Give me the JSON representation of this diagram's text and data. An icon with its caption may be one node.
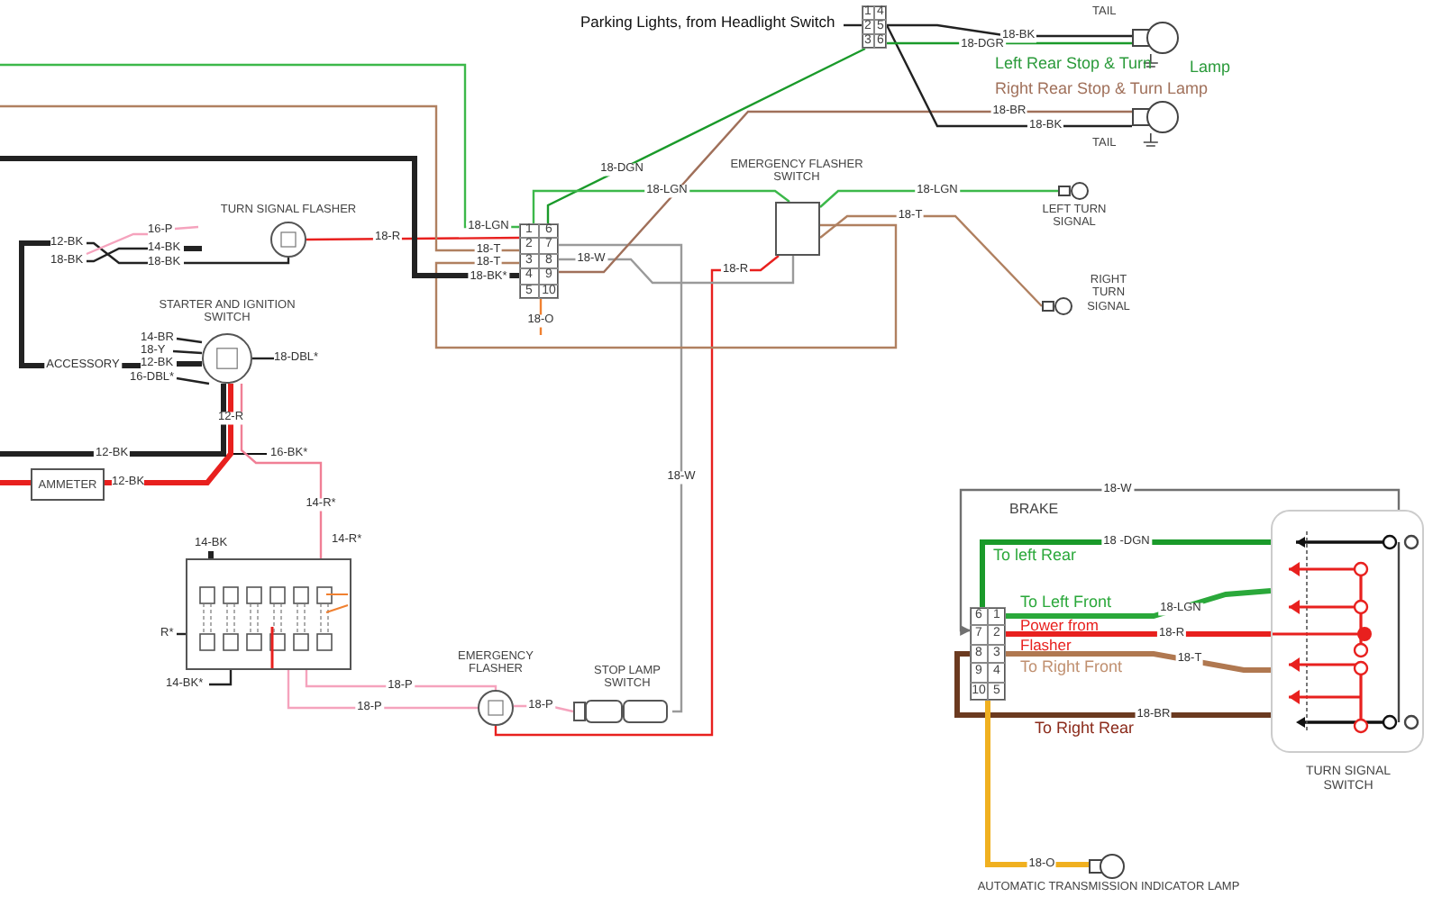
{
  "diagram": {
    "nodes": [
      {
        "text": [
          "TURN SIGNAL FLASHER"
        ]
      },
      {
        "text": [
          "STARTER AND IGNITION SWITCH"
        ]
      },
      {
        "text": [
          "AMMETER"
        ]
      },
      {
        "text": [],
        "shape": "box"
      },
      {
        "text": [
          "EMERGENCY FLASHER"
        ]
      },
      {
        "text": [
          "STOP LAMP SWITCH"
        ]
      },
      {
        "text": [
          "1",
          "6",
          "2",
          "7",
          "3",
          "8",
          "4",
          "9",
          "5",
          "10"
        ]
      },
      {
        "text": [
          "EMERGENCY FLASHER SWITCH"
        ]
      },
      {
        "text": [
          "1",
          "4",
          "2",
          "5",
          "3",
          "6"
        ]
      },
      {
        "text": [],
        "shape": "bulb",
        "beside": [
          "TAIL"
        ]
      },
      {
        "text": [],
        "shape": "bulb",
        "beside": [
          "TAIL"
        ]
      },
      {
        "text": [
          "LEFT TURN SIGNAL"
        ]
      },
      {
        "text": [
          "RIGHT TURN SIGNAL"
        ]
      },
      {
        "text": [
          "TURN SIGNAL SWITCH"
        ]
      },
      {
        "text": [
          "6",
          "1",
          "7",
          "2",
          "8",
          "3",
          "9",
          "4",
          "10",
          "5"
        ]
      },
      {
        "text": [
          "AUTOMATIC TRANSMISSION INDICATOR LAMP"
        ]
      },
      {
        "text": [
          "Parking Lights, from Headlight Switch"
        ]
      },
      {
        "text": [
          "12-BK"
        ]
      },
      {
        "text": [
          "18-BK"
        ]
      },
      {
        "text": [
          "16-P"
        ]
      },
      {
        "text": [
          "14-BK"
        ]
      },
      {
        "text": [
          "18-BK"
        ]
      },
      {
        "text": [
          "14-BR"
        ]
      },
      {
        "text": [
          "18-Y"
        ]
      },
      {
        "text": [
          "12-BK"
        ]
      },
      {
        "text": [
          "16-DBL*"
        ]
      },
      {
        "text": [
          "18-DBL*"
        ]
      },
      {
        "text": [
          "14-BK"
        ]
      },
      {
        "text": [
          "R*"
        ]
      },
      {
        "text": [
          "14-BK*"
        ]
      }
    ],
    "edges": [
      {
        "from": 0,
        "to": 6,
        "arrow": "none",
        "label": "18-R",
        "color": "#e8201e"
      },
      {
        "from": 1,
        "to": 2,
        "arrow": "none",
        "label": "12-R",
        "color": "#e8201e",
        "style": "thick"
      },
      {
        "from": 1,
        "to": 3,
        "arrow": "none",
        "label": "14-R*",
        "color": "#f07f95"
      },
      {
        "from": 3,
        "to": 4,
        "arrow": "none",
        "label": "18-P",
        "color": "#f5a3bd"
      },
      {
        "from": 3,
        "to": 4,
        "arrow": "none",
        "label": "18-P",
        "color": "#f5a3bd"
      },
      {
        "from": 4,
        "to": 5,
        "arrow": "none",
        "label": "18-P",
        "color": "#f5a3bd"
      },
      {
        "from": 4,
        "to": 7,
        "arrow": "none",
        "label": "18-R",
        "color": "#e8201e"
      },
      {
        "from": 5,
        "to": 6,
        "arrow": "none",
        "label": "18-W",
        "color": "#9a9a9a"
      },
      {
        "from": 6,
        "to": 7,
        "arrow": "none",
        "label": "18-W",
        "color": "#9a9a9a"
      },
      {
        "from": 6,
        "to": 8,
        "arrow": "none",
        "label": "18-DGN",
        "color": "#1a9a2a"
      },
      {
        "from": 6,
        "to": 10,
        "arrow": "none",
        "label": "18-BR",
        "color": "#a0705a"
      },
      {
        "from": 8,
        "to": 9,
        "arrow": "none",
        "label": "18-BK",
        "color": "#222222"
      },
      {
        "from": 8,
        "to": 10,
        "arrow": "none",
        "label": "18-BK",
        "color": "#222222"
      },
      {
        "from": 8,
        "to": 9,
        "arrow": "none",
        "label": "18-DGR",
        "color": "#1a9a2a"
      },
      {
        "from": 6,
        "to": 7,
        "arrow": "none",
        "label": "18-LGN",
        "color": "#3cb84a"
      },
      {
        "from": 7,
        "to": 11,
        "arrow": "none",
        "label": "18-LGN",
        "color": "#3cb84a"
      },
      {
        "from": null,
        "to": 6,
        "arrow": "none",
        "label": "18-LGN",
        "color": "#3cb84a"
      },
      {
        "from": null,
        "to": 6,
        "arrow": "none",
        "label": "18-T",
        "color": "#b08060"
      },
      {
        "from": 6,
        "to": 7,
        "arrow": "none",
        "label": "18-T",
        "color": "#b08060"
      },
      {
        "from": null,
        "to": 6,
        "arrow": "none",
        "label": "18-BK*",
        "color": "#222222",
        "style": "thick"
      },
      {
        "from": 7,
        "to": 12,
        "arrow": "none",
        "label": "18-T",
        "color": "#b08060"
      },
      {
        "from": 6,
        "to": null,
        "arrow": "none",
        "label": "18-O",
        "color": "#f08030"
      },
      {
        "from": 13,
        "to": 14,
        "arrow": "to",
        "label": "18-W",
        "color": "#707070"
      },
      {
        "from": 14,
        "to": 13,
        "arrow": "none",
        "label": "18 -DGN",
        "color": "#1a9a2a",
        "style": "thick"
      },
      {
        "from": 14,
        "to": 13,
        "arrow": "none",
        "label": "18-LGN",
        "color": "#2aa83a",
        "style": "thick"
      },
      {
        "from": 14,
        "to": 13,
        "arrow": "none",
        "label": "18-R",
        "color": "#e8201e",
        "style": "thick"
      },
      {
        "from": 14,
        "to": 13,
        "arrow": "none",
        "label": "18-T",
        "color": "#b07850",
        "style": "thick"
      },
      {
        "from": 14,
        "to": 13,
        "arrow": "none",
        "label": "18-BR",
        "color": "#6b3a20",
        "style": "thick"
      },
      {
        "from": 14,
        "to": 15,
        "arrow": "none",
        "label": "18-O",
        "color": "#f0b020",
        "style": "thick"
      },
      {
        "from": 16,
        "to": 8,
        "arrow": "none",
        "color": "#222222"
      },
      {
        "from": 24,
        "to": 17,
        "arrow": "none",
        "label": "ACCESSORY",
        "color": "#222222",
        "style": "thick"
      },
      {
        "from": 17,
        "to": 21,
        "arrow": "none",
        "color": "#222222"
      },
      {
        "from": 18,
        "to": 20,
        "arrow": "none",
        "color": "#222222"
      },
      {
        "from": 18,
        "to": 19,
        "arrow": "none",
        "color": "#f5a3bd"
      },
      {
        "from": 19,
        "to": null,
        "arrow": "none",
        "color": "#f5a3bd"
      },
      {
        "from": 20,
        "to": null,
        "arrow": "none",
        "color": "#222222",
        "style": "thick"
      },
      {
        "from": 21,
        "to": 0,
        "arrow": "none",
        "color": "#222222"
      },
      {
        "from": 22,
        "to": 1,
        "arrow": "none",
        "color": "#222222"
      },
      {
        "from": 23,
        "to": 1,
        "arrow": "none",
        "color": "#222222"
      },
      {
        "from": 24,
        "to": 1,
        "arrow": "none",
        "color": "#222222",
        "style": "thick"
      },
      {
        "from": 25,
        "to": 1,
        "arrow": "none",
        "color": "#222222"
      },
      {
        "from": 1,
        "to": 26,
        "arrow": "none",
        "color": "#222222"
      },
      {
        "from": null,
        "to": 1,
        "arrow": "none",
        "label": "12-BK",
        "color": "#222222",
        "style": "thick"
      },
      {
        "from": 27,
        "to": 3,
        "arrow": "none",
        "color": "#222222",
        "style": "thick"
      },
      {
        "from": 28,
        "to": 3,
        "arrow": "none",
        "color": "#222222"
      },
      {
        "from": 29,
        "to": 3,
        "arrow": "none",
        "color": "#222222"
      }
    ],
    "labels": [
      "Left Rear Stop & Turn",
      "Lamp",
      "Right Rear Stop & Turn Lamp",
      "16-BK*",
      "12-BK",
      "BRAKE",
      "14-R*",
      "To left Rear",
      "To Left Front",
      "Power from",
      "Flasher",
      "To Right Front",
      "To Right Rear"
    ]
  }
}
